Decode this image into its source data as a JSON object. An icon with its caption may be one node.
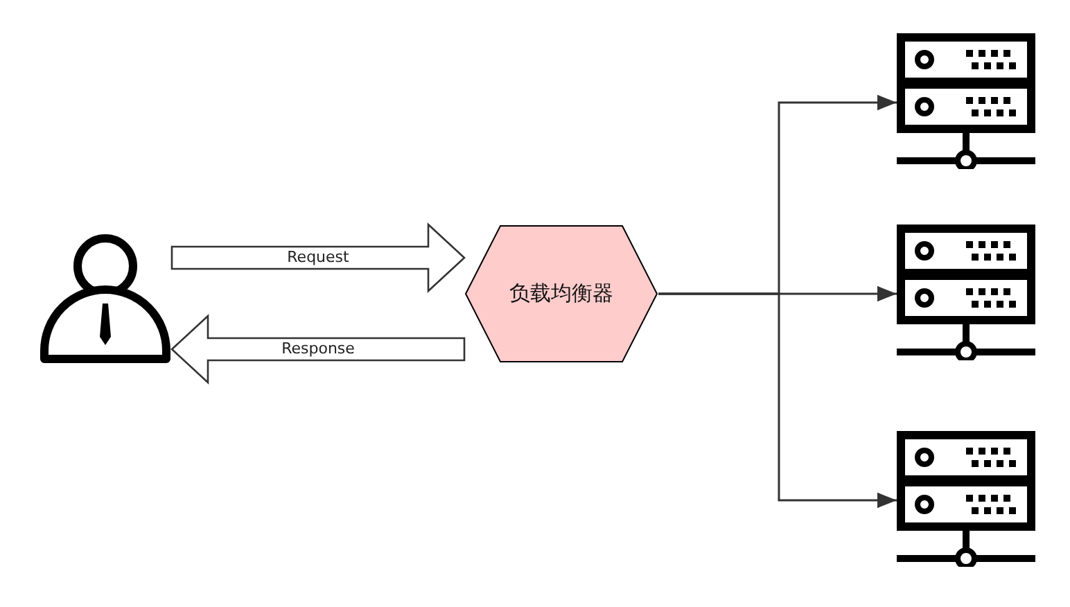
{
  "diagram": {
    "nodes": [
      {
        "text": [],
        "shape": "person"
      },
      {
        "text": [
          "负载均衡器"
        ]
      },
      {
        "text": [],
        "shape": "server"
      },
      {
        "text": [],
        "shape": "server"
      },
      {
        "text": [],
        "shape": "server"
      }
    ],
    "edges": [
      {
        "from": 0,
        "to": 1,
        "arrow": "to",
        "label": "Request",
        "style": "thick"
      },
      {
        "from": 1,
        "to": 0,
        "arrow": "to",
        "label": "Response",
        "style": "thick"
      },
      {
        "from": 1,
        "to": 2,
        "arrow": "to"
      },
      {
        "from": 1,
        "to": 3,
        "arrow": "to"
      },
      {
        "from": 1,
        "to": 4,
        "arrow": "to"
      }
    ]
  }
}
